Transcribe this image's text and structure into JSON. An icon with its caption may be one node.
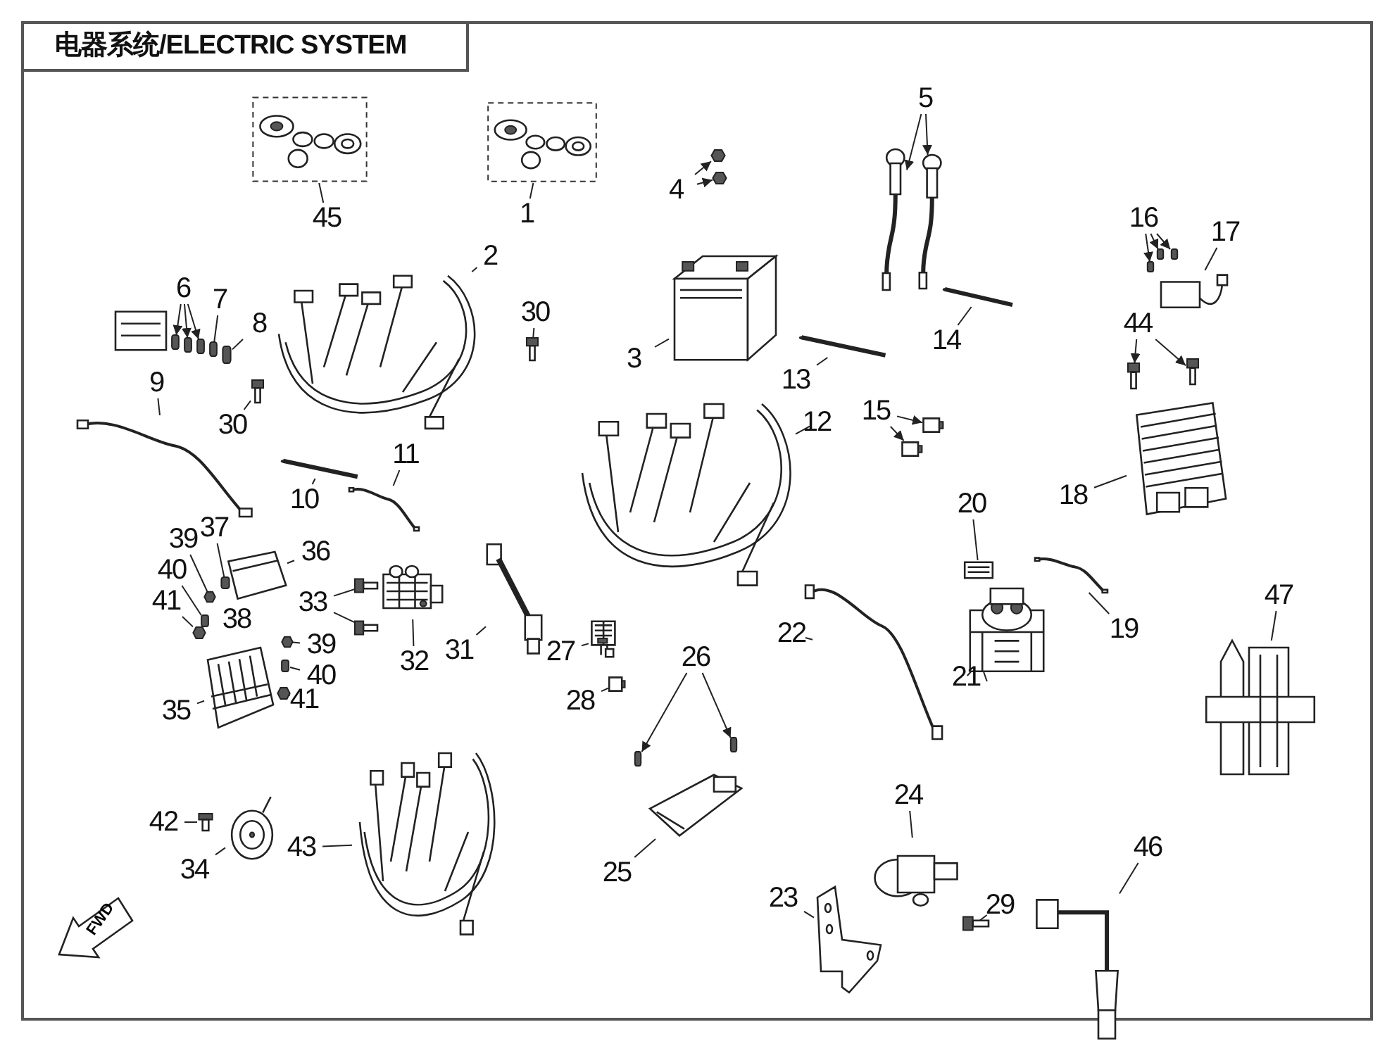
{
  "diagram": {
    "title": "电器系统/ELECTRIC SYSTEM",
    "nodes": [
      {
        "text": [
          "45"
        ]
      },
      {
        "text": [],
        "shape": "picture"
      },
      {
        "text": [
          "1"
        ]
      },
      {
        "text": [],
        "shape": "picture"
      },
      {
        "text": [
          "4"
        ]
      },
      {
        "text": [],
        "shape": "box"
      },
      {
        "text": [],
        "shape": "box"
      },
      {
        "text": [
          "5"
        ]
      },
      {
        "text": [],
        "shape": "picture"
      },
      {
        "text": [],
        "shape": "picture"
      },
      {
        "text": [
          "2"
        ]
      },
      {
        "text": [],
        "shape": "picture"
      },
      {
        "text": [
          "30"
        ]
      },
      {
        "text": [],
        "shape": "picture"
      },
      {
        "text": [
          "6"
        ]
      },
      {
        "text": [],
        "shape": "box"
      },
      {
        "text": [],
        "shape": "box"
      },
      {
        "text": [],
        "shape": "box"
      },
      {
        "text": [
          "7"
        ]
      },
      {
        "text": [],
        "shape": "box"
      },
      {
        "text": [
          "8"
        ]
      },
      {
        "text": [],
        "shape": "box"
      },
      {
        "text": [
          "9"
        ]
      },
      {
        "text": [],
        "shape": "picture"
      },
      {
        "text": [
          "30"
        ]
      },
      {
        "text": [],
        "shape": "picture"
      },
      {
        "text": [
          "3"
        ]
      },
      {
        "text": [],
        "shape": "picture"
      },
      {
        "text": [
          "13"
        ]
      },
      {
        "text": [],
        "shape": "bar"
      },
      {
        "text": [
          "14"
        ]
      },
      {
        "text": [],
        "shape": "bar"
      },
      {
        "text": [
          "16"
        ]
      },
      {
        "text": [],
        "shape": "box"
      },
      {
        "text": [],
        "shape": "box"
      },
      {
        "text": [],
        "shape": "box"
      },
      {
        "text": [
          "17"
        ]
      },
      {
        "text": [],
        "shape": "picture"
      },
      {
        "text": [
          "44"
        ]
      },
      {
        "text": [],
        "shape": "box"
      },
      {
        "text": [],
        "shape": "box"
      },
      {
        "text": [
          "12"
        ]
      },
      {
        "text": [],
        "shape": "picture"
      },
      {
        "text": [
          "15"
        ]
      },
      {
        "text": [],
        "shape": "box"
      },
      {
        "text": [],
        "shape": "box"
      },
      {
        "text": [
          "10"
        ]
      },
      {
        "text": [],
        "shape": "bar"
      },
      {
        "text": [
          "11"
        ]
      },
      {
        "text": [],
        "shape": "picture"
      },
      {
        "text": [
          "18"
        ]
      },
      {
        "text": [],
        "shape": "picture"
      },
      {
        "text": [
          "39"
        ]
      },
      {
        "text": [],
        "shape": "box"
      },
      {
        "text": [
          "37"
        ]
      },
      {
        "text": [],
        "shape": "box"
      },
      {
        "text": [
          "36"
        ]
      },
      {
        "text": [],
        "shape": "picture"
      },
      {
        "text": [
          "40"
        ]
      },
      {
        "text": [],
        "shape": "box"
      },
      {
        "text": [
          "41"
        ]
      },
      {
        "text": [],
        "shape": "box"
      },
      {
        "text": [
          "33"
        ]
      },
      {
        "text": [],
        "shape": "box"
      },
      {
        "text": [],
        "shape": "box"
      },
      {
        "text": [
          "32"
        ]
      },
      {
        "text": [],
        "shape": "picture"
      },
      {
        "text": [
          "31"
        ]
      },
      {
        "text": [],
        "shape": "picture"
      },
      {
        "text": [
          "39"
        ]
      },
      {
        "text": [],
        "shape": "box"
      },
      {
        "text": [
          "40"
        ]
      },
      {
        "text": [],
        "shape": "box"
      },
      {
        "text": [
          "41"
        ]
      },
      {
        "text": [],
        "shape": "box"
      },
      {
        "text": [
          "35"
        ]
      },
      {
        "text": [],
        "shape": "picture"
      },
      {
        "text": [
          "20"
        ]
      },
      {
        "text": [],
        "shape": "picture"
      },
      {
        "text": [
          "19"
        ]
      },
      {
        "text": [],
        "shape": "picture"
      },
      {
        "text": [
          "27"
        ]
      },
      {
        "text": [],
        "shape": "picture"
      },
      {
        "text": [
          "28"
        ]
      },
      {
        "text": [],
        "shape": "box"
      },
      {
        "text": [
          "22"
        ]
      },
      {
        "text": [],
        "shape": "picture"
      },
      {
        "text": [
          "21"
        ]
      },
      {
        "text": [],
        "shape": "picture"
      },
      {
        "text": [
          "26"
        ]
      },
      {
        "text": [],
        "shape": "box"
      },
      {
        "text": [],
        "shape": "box"
      },
      {
        "text": [
          "47"
        ]
      },
      {
        "text": [],
        "shape": "picture"
      },
      {
        "text": [
          "24"
        ]
      },
      {
        "text": [],
        "shape": "picture"
      },
      {
        "text": [
          "42"
        ]
      },
      {
        "text": [],
        "shape": "box"
      },
      {
        "text": [
          "43"
        ]
      },
      {
        "text": [],
        "shape": "picture"
      },
      {
        "text": [
          "34"
        ]
      },
      {
        "text": [],
        "shape": "picture"
      },
      {
        "text": [
          "25"
        ]
      },
      {
        "text": [],
        "shape": "picture"
      },
      {
        "text": [
          "23"
        ]
      },
      {
        "text": [],
        "shape": "picture"
      },
      {
        "text": [
          "29"
        ]
      },
      {
        "text": [],
        "shape": "box"
      },
      {
        "text": [
          "46"
        ]
      },
      {
        "text": [],
        "shape": "picture"
      },
      {
        "text": [
          "FWD"
        ]
      }
    ],
    "edges": [
      {
        "from": 0,
        "to": 1,
        "arrow": "none"
      },
      {
        "from": 2,
        "to": 3,
        "arrow": "none"
      },
      {
        "from": 4,
        "to": 5,
        "arrow": "to"
      },
      {
        "from": 4,
        "to": 6,
        "arrow": "to"
      },
      {
        "from": 7,
        "to": 8,
        "arrow": "to"
      },
      {
        "from": 7,
        "to": 9,
        "arrow": "to"
      },
      {
        "from": 10,
        "to": 11,
        "arrow": "none"
      },
      {
        "from": 12,
        "to": 13,
        "arrow": "none"
      },
      {
        "from": 14,
        "to": 15,
        "arrow": "to"
      },
      {
        "from": 14,
        "to": 16,
        "arrow": "to"
      },
      {
        "from": 14,
        "to": 17,
        "arrow": "to"
      },
      {
        "from": 18,
        "to": 19,
        "arrow": "none"
      },
      {
        "from": 20,
        "to": 21,
        "arrow": "none"
      },
      {
        "from": 22,
        "to": 23,
        "arrow": "none"
      },
      {
        "from": 24,
        "to": 25,
        "arrow": "none"
      },
      {
        "from": 26,
        "to": 27,
        "arrow": "none"
      },
      {
        "from": 28,
        "to": 29,
        "arrow": "none"
      },
      {
        "from": 30,
        "to": 31,
        "arrow": "none"
      },
      {
        "from": 32,
        "to": 33,
        "arrow": "to"
      },
      {
        "from": 32,
        "to": 34,
        "arrow": "to"
      },
      {
        "from": 32,
        "to": 35,
        "arrow": "to"
      },
      {
        "from": 36,
        "to": 37,
        "arrow": "none"
      },
      {
        "from": 38,
        "to": 39,
        "arrow": "to"
      },
      {
        "from": 38,
        "to": 40,
        "arrow": "to"
      },
      {
        "from": 41,
        "to": 42,
        "arrow": "none"
      },
      {
        "from": 43,
        "to": 44,
        "arrow": "to"
      },
      {
        "from": 43,
        "to": 45,
        "arrow": "to"
      },
      {
        "from": 46,
        "to": 47,
        "arrow": "none"
      },
      {
        "from": 48,
        "to": 49,
        "arrow": "none"
      },
      {
        "from": 50,
        "to": 51,
        "arrow": "none"
      },
      {
        "from": 52,
        "to": 53,
        "arrow": "none"
      },
      {
        "from": 54,
        "to": 55,
        "arrow": "none"
      },
      {
        "from": 56,
        "to": 57,
        "arrow": "none"
      },
      {
        "from": 58,
        "to": 59,
        "arrow": "none"
      },
      {
        "from": 60,
        "to": 61,
        "arrow": "none"
      },
      {
        "from": 62,
        "to": 63,
        "arrow": "none"
      },
      {
        "from": 62,
        "to": 64,
        "arrow": "none"
      },
      {
        "from": 65,
        "to": 66,
        "arrow": "none"
      },
      {
        "from": 67,
        "to": 68,
        "arrow": "none"
      },
      {
        "from": 69,
        "to": 70,
        "arrow": "none"
      },
      {
        "from": 71,
        "to": 72,
        "arrow": "none"
      },
      {
        "from": 73,
        "to": 74,
        "arrow": "none"
      },
      {
        "from": 75,
        "to": 76,
        "arrow": "none"
      },
      {
        "from": 77,
        "to": 78,
        "arrow": "none"
      },
      {
        "from": 79,
        "to": 80,
        "arrow": "none"
      },
      {
        "from": 81,
        "to": 82,
        "arrow": "none"
      },
      {
        "from": 83,
        "to": 84,
        "arrow": "none"
      },
      {
        "from": 85,
        "to": 86,
        "arrow": "none"
      },
      {
        "from": 87,
        "to": 88,
        "arrow": "none"
      },
      {
        "from": 87,
        "to": 88,
        "arrow": "none"
      },
      {
        "from": 89,
        "to": 90,
        "arrow": "to"
      },
      {
        "from": 89,
        "to": 91,
        "arrow": "to"
      },
      {
        "from": 92,
        "to": 93,
        "arrow": "none"
      },
      {
        "from": 94,
        "to": 95,
        "arrow": "none"
      },
      {
        "from": 96,
        "to": 97,
        "arrow": "none"
      },
      {
        "from": 98,
        "to": 99,
        "arrow": "none"
      },
      {
        "from": 100,
        "to": 101,
        "arrow": "none"
      },
      {
        "from": 102,
        "to": 103,
        "arrow": "none"
      },
      {
        "from": 104,
        "to": 105,
        "arrow": "none"
      },
      {
        "from": 106,
        "to": 107,
        "arrow": "none"
      },
      {
        "from": 108,
        "to": 109,
        "arrow": "none"
      }
    ],
    "labels": [
      "38"
    ]
  }
}
